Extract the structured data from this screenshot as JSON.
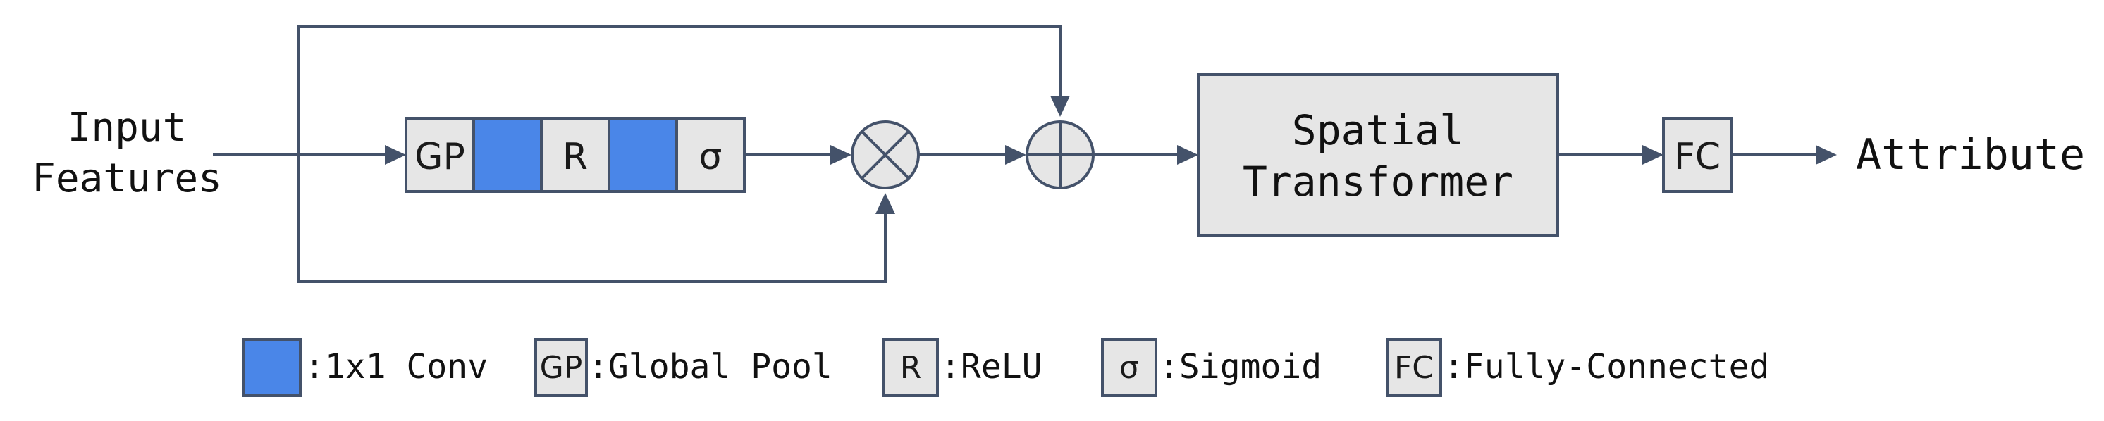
{
  "input": {
    "line1": "Input",
    "line2": "Features"
  },
  "blocks": {
    "gp": "GP",
    "relu": "R",
    "sigmoid": "σ"
  },
  "transformer": {
    "line1": "Spatial",
    "line2": "Transformer"
  },
  "fc": "FC",
  "output": "Attribute",
  "legend": {
    "conv": {
      "label": ":1x1 Conv"
    },
    "gp": {
      "symbol": "GP",
      "label": ":Global Pool"
    },
    "relu": {
      "symbol": "R",
      "label": ":ReLU"
    },
    "sigmoid": {
      "symbol": "σ",
      "label": ":Sigmoid"
    },
    "fc": {
      "symbol": "FC",
      "label": ":Fully-Connected"
    }
  },
  "colors": {
    "conv": "#4a86e8",
    "box_fill": "#e6e6e6",
    "line": "#44526a"
  },
  "icons": {
    "multiply": "circle-times-icon",
    "add": "circle-plus-icon"
  }
}
